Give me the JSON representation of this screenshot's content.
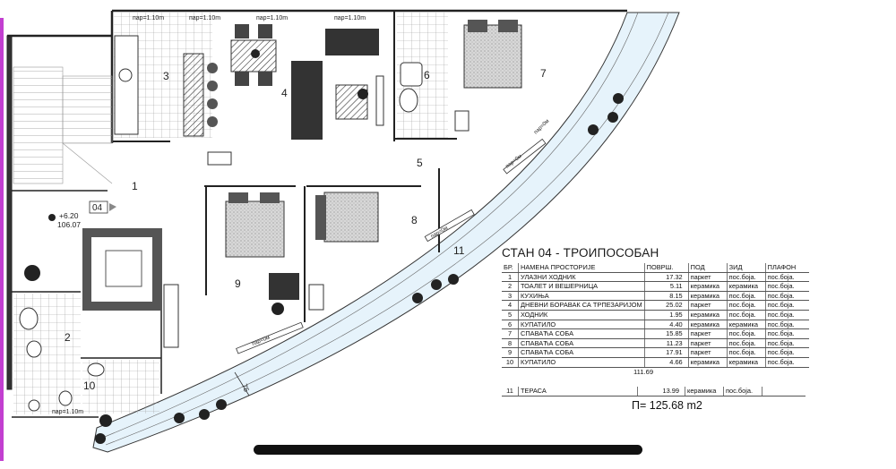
{
  "plan_labels": {
    "room_numbers": [
      "1",
      "2",
      "3",
      "4",
      "5",
      "6",
      "7",
      "8",
      "9",
      "10",
      "11"
    ],
    "apartment_marker": "04",
    "level_value": "+6.20",
    "level_sub": "106.07",
    "parapet_labels": [
      "пар=1.10m",
      "пар=1.10m",
      "пар=1.10m",
      "пар=1.10m",
      "пар=1.10m"
    ],
    "parapet_diag_labels": [
      "пар=0м",
      "пар=0м",
      "пар=0м",
      "пар=0м"
    ],
    "dimension": "75"
  },
  "legend": {
    "title": "СТАН 04 - ТРОИПОСОБАН",
    "headers": [
      "БР.",
      "НАМЕНА ПРОСТОРИЈЕ",
      "ПОВРШ.",
      "ПОД",
      "ЗИД",
      "ПЛАФОН"
    ],
    "rows": [
      {
        "no": "1",
        "name": "УЛАЗНИ ХОДНИК",
        "area": "17.32",
        "floor": "паркет",
        "wall": "пос.боја.",
        "ceiling": "пос.боја."
      },
      {
        "no": "2",
        "name": "ТОАЛЕТ И ВЕШЕРНИЦА",
        "area": "5.11",
        "floor": "керамика",
        "wall": "керамика",
        "ceiling": "пос.боја."
      },
      {
        "no": "3",
        "name": "КУХИЊА",
        "area": "8.15",
        "floor": "керамика",
        "wall": "пос.боја.",
        "ceiling": "пос.боја."
      },
      {
        "no": "4",
        "name": "ДНЕВНИ БОРАВАК СА ТРПЕЗАРИЈОМ",
        "area": "25.02",
        "floor": "паркет",
        "wall": "пос.боја.",
        "ceiling": "пос.боја."
      },
      {
        "no": "5",
        "name": "ХОДНИК",
        "area": "1.95",
        "floor": "керамика",
        "wall": "пос.боја.",
        "ceiling": "пос.боја."
      },
      {
        "no": "6",
        "name": "КУПАТИЛО",
        "area": "4.40",
        "floor": "керамика",
        "wall": "керамика",
        "ceiling": "пос.боја."
      },
      {
        "no": "7",
        "name": "СПАВАЋА СОБА",
        "area": "15.85",
        "floor": "паркет",
        "wall": "пос.боја.",
        "ceiling": "пос.боја."
      },
      {
        "no": "8",
        "name": "СПАВАЋА СОБА",
        "area": "11.23",
        "floor": "паркет",
        "wall": "пос.боја.",
        "ceiling": "пос.боја."
      },
      {
        "no": "9",
        "name": "СПАВАЋА СОБА",
        "area": "17.91",
        "floor": "паркет",
        "wall": "пос.боја.",
        "ceiling": "пос.боја."
      },
      {
        "no": "10",
        "name": "КУПАТИЛО",
        "area": "4.66",
        "floor": "керамика",
        "wall": "керамика",
        "ceiling": "пос.боја."
      }
    ],
    "subtotal": "111.69",
    "terrace": {
      "no": "11",
      "name": "ТЕРАСА",
      "area": "13.99",
      "floor": "керамика",
      "wall": "пос.боја.",
      "ceiling": ""
    },
    "grand_total": "П= 125.68 m2"
  }
}
